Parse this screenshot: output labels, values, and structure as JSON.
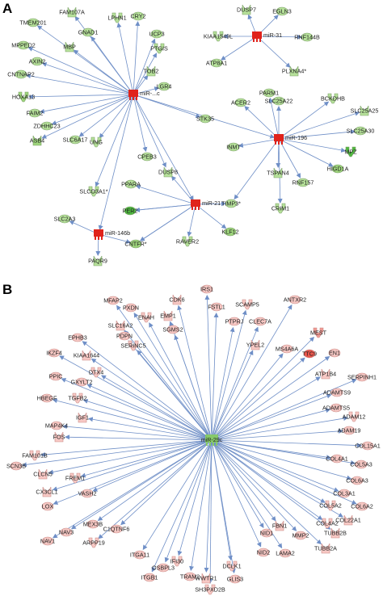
{
  "panels": [
    {
      "letter": "A",
      "hubs": [
        {
          "id": "hubA1",
          "label": "miR-...c"
        },
        {
          "id": "hubA2",
          "label": "miR-31"
        },
        {
          "id": "hubA3",
          "label": "miR-196"
        },
        {
          "id": "hubA4",
          "label": "miR-21"
        },
        {
          "id": "hubA5",
          "label": "miR-146b"
        }
      ],
      "nodes": [
        {
          "label": "TMEM201",
          "color": "#b6e19a"
        },
        {
          "label": "FAM107A",
          "color": "#b6e19a"
        },
        {
          "label": "GNAD1",
          "color": "#b6e19a"
        },
        {
          "label": "LPHN1",
          "color": "#b6e19a"
        },
        {
          "label": "CRY2",
          "color": "#b6e19a"
        },
        {
          "label": "MPPED2",
          "color": "#b6e19a"
        },
        {
          "label": "MBP",
          "color": "#b6e19a"
        },
        {
          "label": "UCP3",
          "color": "#b6e19a"
        },
        {
          "label": "PTGIS",
          "color": "#b6e19a"
        },
        {
          "label": "AXIN2",
          "color": "#b6e19a"
        },
        {
          "label": "CNTNAP2",
          "color": "#b6e19a"
        },
        {
          "label": "TOB2",
          "color": "#b6e19a"
        },
        {
          "label": "LGR4",
          "color": "#b6e19a"
        },
        {
          "label": "HOXA13",
          "color": "#9ed57c"
        },
        {
          "label": "FAIM2",
          "color": "#b6e19a"
        },
        {
          "label": "ZDHHC23",
          "color": "#b6e19a"
        },
        {
          "label": "ASB4",
          "color": "#9ed57c"
        },
        {
          "label": "SLC6A17",
          "color": "#b6e19a"
        },
        {
          "label": "UNG",
          "color": "#b6e19a"
        },
        {
          "label": "STK35",
          "color": "#b6e19a"
        },
        {
          "label": "CPEB3",
          "color": "#b6e19a"
        },
        {
          "label": "DUSP8",
          "color": "#b6e19a"
        },
        {
          "label": "PPARA",
          "color": "#b6e19a"
        },
        {
          "label": "SLCO3A1*",
          "color": "#b6e19a"
        },
        {
          "label": "SLC2A3",
          "color": "#b6e19a"
        },
        {
          "label": "PER2",
          "color": "#4fb83f"
        },
        {
          "label": "PAQR9",
          "color": "#b6e19a"
        },
        {
          "label": "CNTFR*",
          "color": "#9ed57c"
        },
        {
          "label": "RAVER2",
          "color": "#b6e19a"
        },
        {
          "label": "KLF12",
          "color": "#9ed57c"
        },
        {
          "label": "TIMP3*",
          "color": "#b6e19a"
        },
        {
          "label": "DUSP7",
          "color": "#b6e19a"
        },
        {
          "label": "EGLN3",
          "color": "#b6e19a"
        },
        {
          "label": "KIAA1549L",
          "color": "#b6e19a"
        },
        {
          "label": "RNF144B",
          "color": "#b6e19a"
        },
        {
          "label": "ATP8A1",
          "color": "#b6e19a"
        },
        {
          "label": "PLXNA4*",
          "color": "#b6e19a"
        },
        {
          "label": "PARM1",
          "color": "#b6e19a"
        },
        {
          "label": "BCKDHB",
          "color": "#b6e19a"
        },
        {
          "label": "ACER2",
          "color": "#b6e19a"
        },
        {
          "label": "SLC25A22",
          "color": "#b6e19a"
        },
        {
          "label": "SLC25A25",
          "color": "#b6e19a"
        },
        {
          "label": "SLC25A30",
          "color": "#b6e19a"
        },
        {
          "label": "MPZ",
          "color": "#4fb83f"
        },
        {
          "label": "INMT",
          "color": "#b6e19a"
        },
        {
          "label": "HIGD1A",
          "color": "#9ed57c"
        },
        {
          "label": "TSPAN4",
          "color": "#b6e19a"
        },
        {
          "label": "RNF157",
          "color": "#b6e19a"
        },
        {
          "label": "CRIM1",
          "color": "#b6e19a"
        }
      ]
    },
    {
      "letter": "B",
      "hub_label": "miR-29c",
      "nodes": [
        {
          "label": "IRS1",
          "color": "#f7c8c4"
        },
        {
          "label": "CDK6",
          "color": "#f7c8c4"
        },
        {
          "label": "FSTL1",
          "color": "#f7c8c4"
        },
        {
          "label": "SCAMP5",
          "color": "#f7c8c4"
        },
        {
          "label": "MFAP2",
          "color": "#f7c8c4"
        },
        {
          "label": "PXDN",
          "color": "#f7c8c4"
        },
        {
          "label": "EMP1",
          "color": "#f7c8c4"
        },
        {
          "label": "ANTXR2",
          "color": "#f7c8c4"
        },
        {
          "label": "ENAH",
          "color": "#f7c8c4"
        },
        {
          "label": "PTPRJ",
          "color": "#f7c8c4"
        },
        {
          "label": "CLEC7A",
          "color": "#f7c8c4"
        },
        {
          "label": "SLC16A2",
          "color": "#f7c8c4"
        },
        {
          "label": "SGMS2",
          "color": "#f7c8c4"
        },
        {
          "label": "MEST",
          "color": "#f09a94"
        },
        {
          "label": "EPHB3",
          "color": "#f7c8c4"
        },
        {
          "label": "PDPN",
          "color": "#f7c8c4"
        },
        {
          "label": "YPEL2",
          "color": "#f7c8c4"
        },
        {
          "label": "MS4A6A",
          "color": "#f7c8c4"
        },
        {
          "label": "SERINC5",
          "color": "#f7c8c4"
        },
        {
          "label": "TTC9",
          "color": "#e8564c"
        },
        {
          "label": "IKZF4",
          "color": "#f7c8c4"
        },
        {
          "label": "KIAA1644",
          "color": "#f7c8c4"
        },
        {
          "label": "EN1",
          "color": "#f7c8c4"
        },
        {
          "label": "DTX4",
          "color": "#f7c8c4"
        },
        {
          "label": "PPIC",
          "color": "#f7c8c4"
        },
        {
          "label": "GXYLT2",
          "color": "#f7c8c4"
        },
        {
          "label": "ATP1B4",
          "color": "#f7c8c4"
        },
        {
          "label": "SERPINH1",
          "color": "#f7c8c4"
        },
        {
          "label": "TGFB2",
          "color": "#f7c8c4"
        },
        {
          "label": "ADAMTS9",
          "color": "#f7c8c4"
        },
        {
          "label": "HBEGF",
          "color": "#f7c8c4"
        },
        {
          "label": "IGF1",
          "color": "#f7c8c4"
        },
        {
          "label": "ADAMTS5",
          "color": "#f7c8c4"
        },
        {
          "label": "ADAM12",
          "color": "#f7c8c4"
        },
        {
          "label": "MAP4K4",
          "color": "#f7c8c4"
        },
        {
          "label": "ADAM19",
          "color": "#f7c8c4"
        },
        {
          "label": "FOS",
          "color": "#f7c8c4"
        },
        {
          "label": "COL15A1",
          "color": "#f7c8c4"
        },
        {
          "label": "FAM101B",
          "color": "#f7c8c4"
        },
        {
          "label": "COL4A1",
          "color": "#f7c8c4"
        },
        {
          "label": "SCN3B",
          "color": "#f7c8c4"
        },
        {
          "label": "CLCN5",
          "color": "#f7c8c4"
        },
        {
          "label": "COL5A3",
          "color": "#f7c8c4"
        },
        {
          "label": "FREM1",
          "color": "#f7c8c4"
        },
        {
          "label": "COL6A3",
          "color": "#f7c8c4"
        },
        {
          "label": "COL3A1",
          "color": "#f7c8c4"
        },
        {
          "label": "CX3CL1",
          "color": "#f7c8c4"
        },
        {
          "label": "VASH2",
          "color": "#f7c8c4"
        },
        {
          "label": "COL5A2",
          "color": "#f7c8c4"
        },
        {
          "label": "LOX",
          "color": "#f7c8c4"
        },
        {
          "label": "COL6A2",
          "color": "#f7c8c4"
        },
        {
          "label": "COL22A1",
          "color": "#f7c8c4"
        },
        {
          "label": "MEX3B",
          "color": "#f7c8c4"
        },
        {
          "label": "COL4A2",
          "color": "#f7c8c4"
        },
        {
          "label": "NAV3",
          "color": "#f7c8c4"
        },
        {
          "label": "C1QTNF6",
          "color": "#f7c8c4"
        },
        {
          "label": "FBN1",
          "color": "#f7c8c4"
        },
        {
          "label": "NAV1",
          "color": "#f7c8c4"
        },
        {
          "label": "ARPP19",
          "color": "#f7c8c4"
        },
        {
          "label": "NID1",
          "color": "#f7c8c4"
        },
        {
          "label": "MMP2",
          "color": "#f7c8c4"
        },
        {
          "label": "TUBB2B",
          "color": "#f7c8c4"
        },
        {
          "label": "ITGA11",
          "color": "#f7c8c4"
        },
        {
          "label": "IFI30",
          "color": "#f7c8c4"
        },
        {
          "label": "NID2",
          "color": "#f7c8c4"
        },
        {
          "label": "LAMA2",
          "color": "#f7c8c4"
        },
        {
          "label": "TUBB2A",
          "color": "#f7c8c4"
        },
        {
          "label": "OSBPL3",
          "color": "#f7c8c4"
        },
        {
          "label": "DCLK1",
          "color": "#f7c8c4"
        },
        {
          "label": "ITGB1",
          "color": "#f7c8c4"
        },
        {
          "label": "TRAM2",
          "color": "#f7c8c4"
        },
        {
          "label": "WWTR1",
          "color": "#f7c8c4"
        },
        {
          "label": "GLIS3",
          "color": "#f7c8c4"
        },
        {
          "label": "SH3PXD2B",
          "color": "#f7c8c4"
        }
      ]
    }
  ],
  "edge_color": "#6f8fc7",
  "hub_a_color": "#e0231b",
  "hub_b_color": "#86c96a",
  "node_outline": "#7a9f66",
  "node_outline_b": "#c98a86"
}
